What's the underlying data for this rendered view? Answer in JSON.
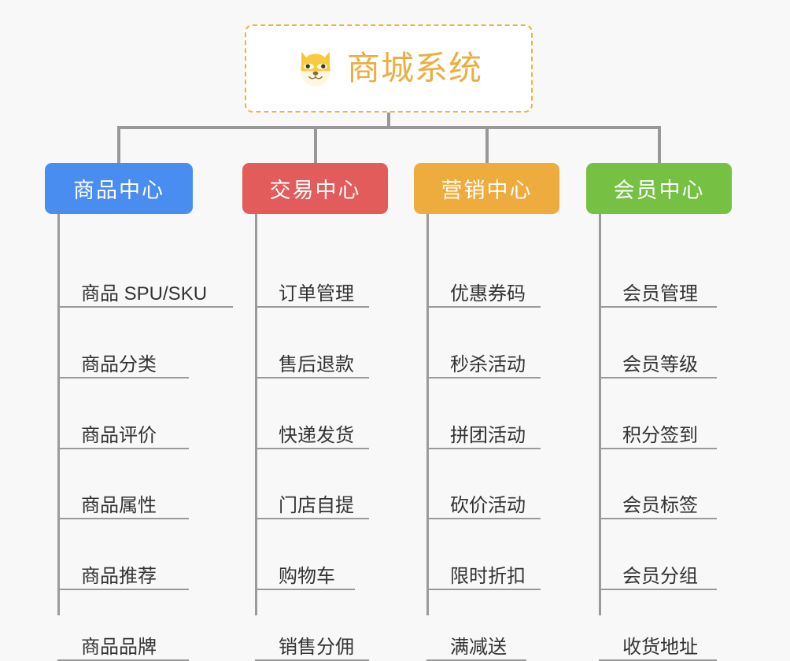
{
  "background_color": "#f8f8f8",
  "root": {
    "title": "商城系统",
    "icon": "shiba-dog-icon",
    "text_color": "#eaae42",
    "border_color": "#f0b341",
    "background": "#ffffff"
  },
  "connector_color": "#989898",
  "columns": [
    {
      "title": "商品中心",
      "color": "#4a8df0",
      "items": [
        "商品 SPU/SKU",
        "商品分类",
        "商品评价",
        "商品属性",
        "商品推荐",
        "商品品牌"
      ]
    },
    {
      "title": "交易中心",
      "color": "#e25c5c",
      "items": [
        "订单管理",
        "售后退款",
        "快递发货",
        "门店自提",
        "购物车",
        "销售分佣"
      ]
    },
    {
      "title": "营销中心",
      "color": "#eeab3e",
      "items": [
        "优惠券码",
        "秒杀活动",
        "拼团活动",
        "砍价活动",
        "限时折扣",
        "满减送"
      ]
    },
    {
      "title": "会员中心",
      "color": "#76c044",
      "items": [
        "会员管理",
        "会员等级",
        "积分签到",
        "会员标签",
        "会员分组",
        "收货地址"
      ]
    }
  ]
}
